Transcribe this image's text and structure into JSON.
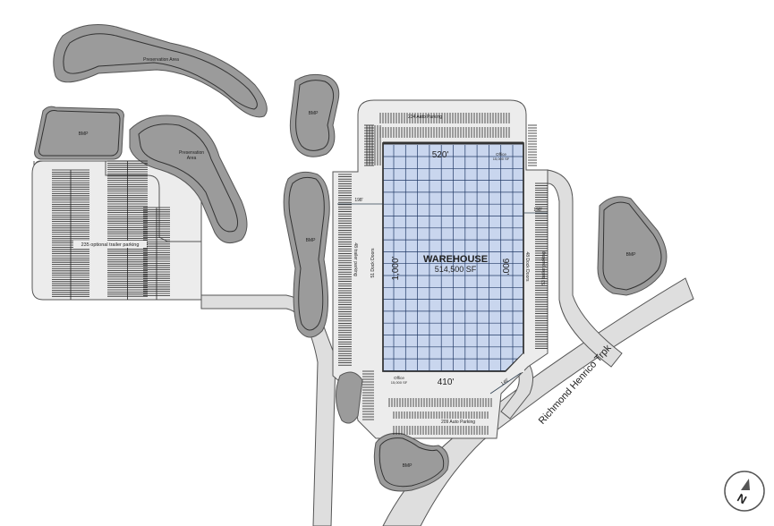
{
  "site_plan": {
    "building": {
      "name": "WAREHOUSE",
      "area": "514,500 SF",
      "color": "#c9d6ee"
    },
    "dimensions": {
      "top": "520'",
      "bottom": "410'",
      "left": "1,000'",
      "right": "900'",
      "chamfer": "146'",
      "left_truck_court": "198'",
      "right_truck_court": "198'"
    },
    "offices": [
      {
        "label": "Office",
        "area": "15,000 SF"
      },
      {
        "label": "Office",
        "area": "15,000 SF"
      }
    ],
    "parking": {
      "north_auto": "234 Auto Parking",
      "south_auto": "209 Auto Parking",
      "west_trailer": "48 trailer parking",
      "east_trailer": "53 trailer parking",
      "optional_trailer": "235 optional trailer parking"
    },
    "dock_doors": {
      "west": "51 Dock Doors",
      "east": "48 Dock Doors"
    },
    "areas": {
      "preservation_1": "Preservation Area",
      "preservation_2a": "Preservation",
      "preservation_2b": "Area",
      "bmp": "BMP"
    },
    "road": "Richmond Henrico Trpk",
    "north_arrow": "N",
    "colors": {
      "green_space": "#9b9b9b",
      "pavement": "#ececec",
      "road": "#dedede"
    }
  }
}
